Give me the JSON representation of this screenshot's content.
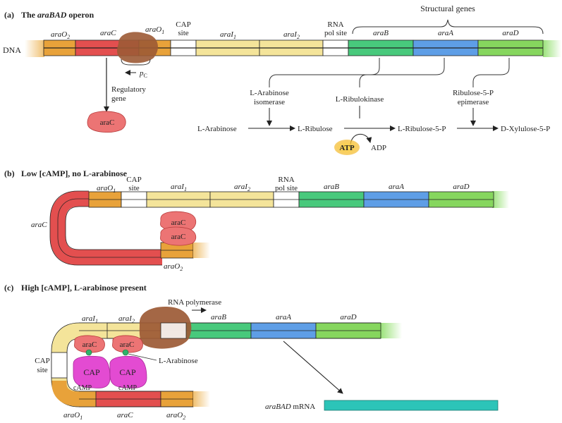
{
  "panel_a": {
    "letter": "(a)",
    "title_prefix": "The ",
    "title_italic": "araBAD",
    "title_suffix": " operon",
    "dna_label": "DNA",
    "structural_genes": "Structural genes",
    "regions": {
      "araO2": [
        "araO",
        "2"
      ],
      "araC": "araC",
      "araO1": [
        "araO",
        "1"
      ],
      "cap_site": [
        "CAP",
        "site"
      ],
      "araI1": [
        "araI",
        "1"
      ],
      "araI2": [
        "araI",
        "2"
      ],
      "rna_pol_site": [
        "RNA",
        "pol site"
      ],
      "araB": "araB",
      "araA": "araA",
      "araD": "araD"
    },
    "promoter_label": [
      "p",
      "C"
    ],
    "regulatory_gene": [
      "Regulatory",
      "gene"
    ],
    "protein_araC": "araC",
    "pathway": {
      "enzyme_isomerase": [
        "L-Arabinose",
        "isomerase"
      ],
      "enzyme_kinase": "L-Ribulokinase",
      "enzyme_epimerase": [
        "Ribulose-5-P",
        "epimerase"
      ],
      "m1": "L-Arabinose",
      "m2": "L-Ribulose",
      "m3": "L-Ribulose-5-P",
      "m4": "D-Xylulose-5-P",
      "atp": "ATP",
      "adp": "ADP"
    }
  },
  "panel_b": {
    "letter": "(b)",
    "title": "Low [cAMP], no L-arabinose",
    "regions": {
      "araO1": [
        "araO",
        "1"
      ],
      "cap_site": [
        "CAP",
        "site"
      ],
      "araI1": [
        "araI",
        "1"
      ],
      "araI2": [
        "araI",
        "2"
      ],
      "rna_pol_site": [
        "RNA",
        "pol site"
      ],
      "araB": "araB",
      "araA": "araA",
      "araD": "araD",
      "araC": "araC",
      "araO2": [
        "araO",
        "2"
      ]
    },
    "protein_top": "araC",
    "protein_bottom": "araC"
  },
  "panel_c": {
    "letter": "(c)",
    "title": "High [cAMP], L-arabinose present",
    "rna_polymerase": "RNA polymerase",
    "regions": {
      "araI1": [
        "araI",
        "1"
      ],
      "araI2": [
        "araI",
        "2"
      ],
      "araB": "araB",
      "araA": "araA",
      "araD": "araD",
      "cap_site": [
        "CAP",
        "site"
      ],
      "araO1": [
        "araO",
        "1"
      ],
      "araC": "araC",
      "araO2": [
        "araO",
        "2"
      ]
    },
    "protein_araC_1": "araC",
    "protein_araC_2": "araC",
    "cap_1": "CAP",
    "cap_2": "CAP",
    "camp_1": "cAMP",
    "camp_2": "cAMP",
    "arabinose": "L-Arabinose",
    "mrna_italic": "araBAD",
    "mrna_suffix": " mRNA"
  },
  "colors": {
    "araO": "#e8a23a",
    "araC_gene": "#e34f4f",
    "cap_site": "#ffffff",
    "araI": "#f4e49a",
    "araB": "#48c97c",
    "araA": "#5e9ee6",
    "araD": "#86d65e",
    "protein_araC": "#ec7474",
    "protein_cap": "#e34bd2",
    "rna_polymerase": "#9c5a35",
    "atp": "#f2c230",
    "mrna": "#2cc4b8"
  }
}
